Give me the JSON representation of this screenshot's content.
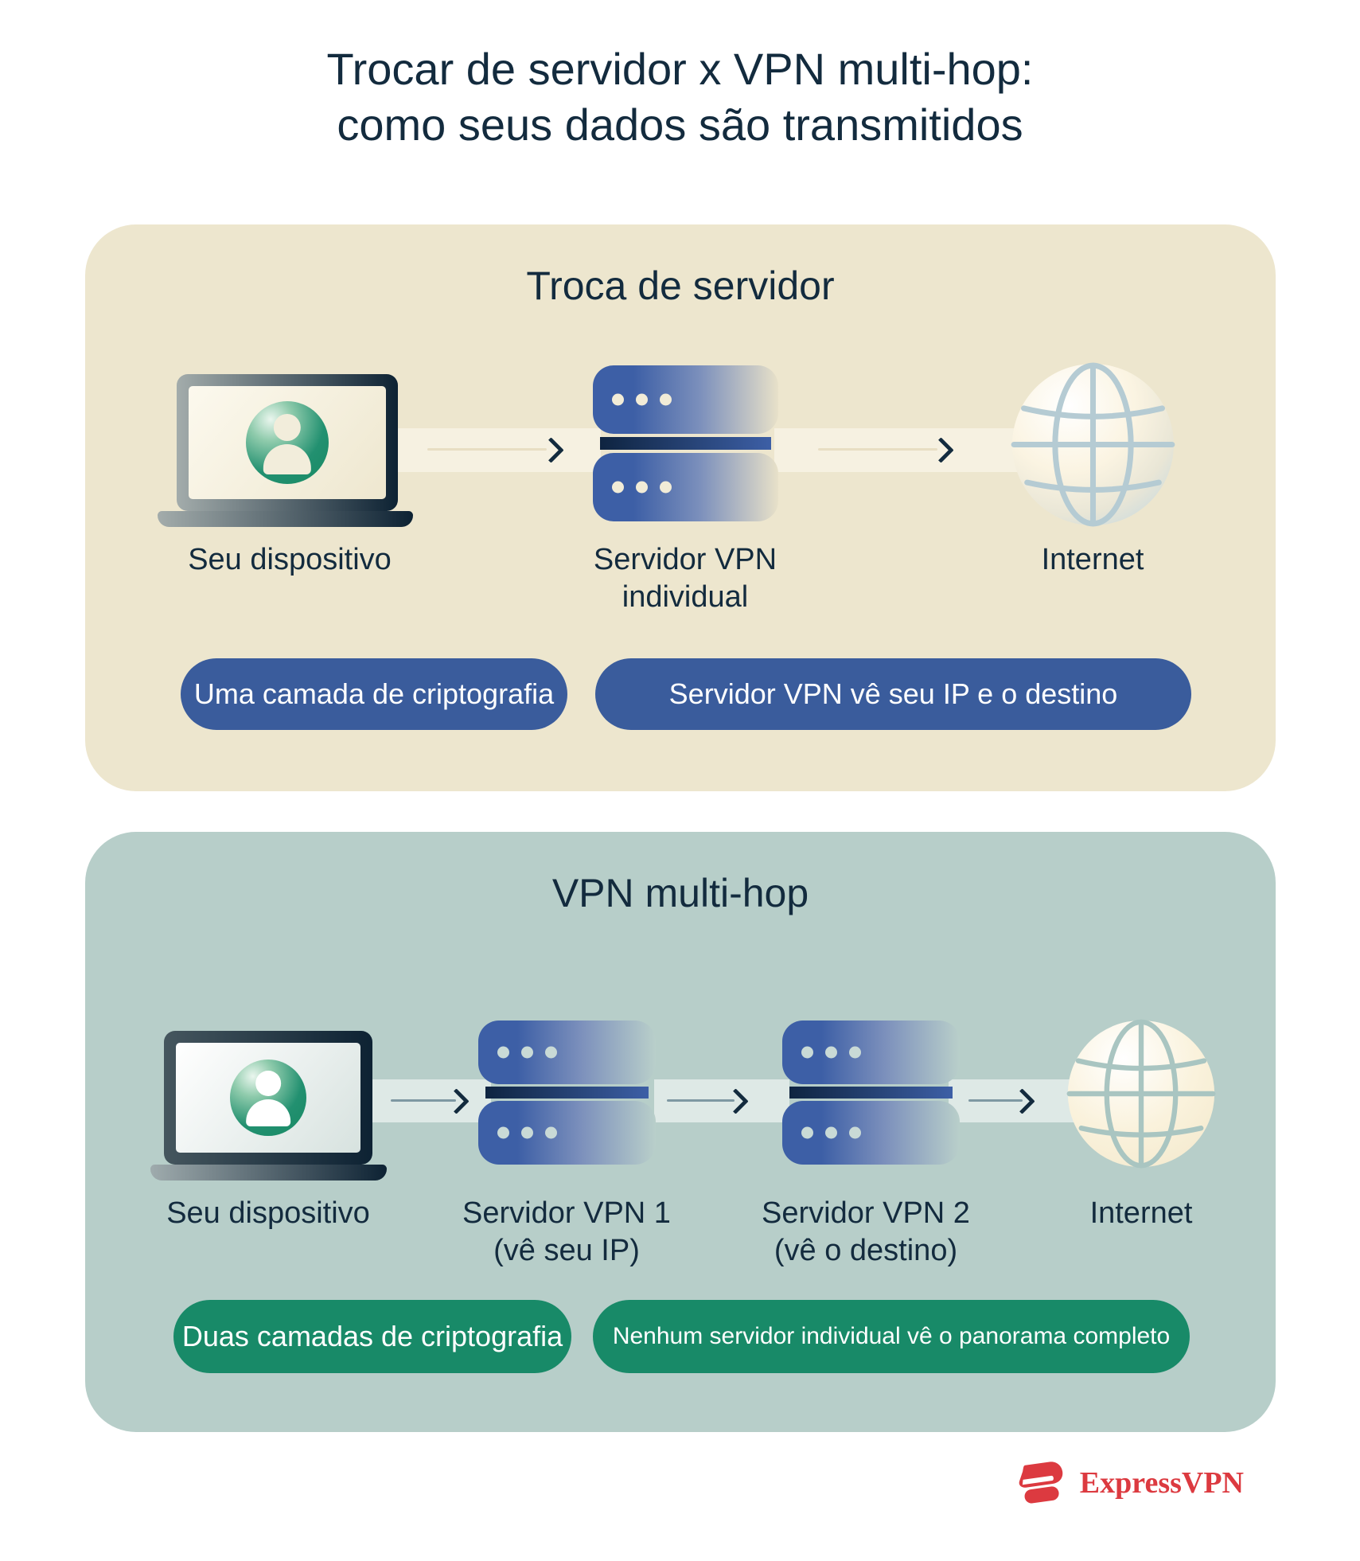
{
  "title": {
    "line1": "Trocar de servidor x VPN multi-hop:",
    "line2": "como seus dados são transmitidos"
  },
  "panels": [
    {
      "header": "Troca de servidor",
      "nodes": [
        {
          "icon": "laptop-user",
          "label": "Seu dispositivo"
        },
        {
          "icon": "server",
          "label": "Servidor VPN",
          "sublabel": "individual"
        },
        {
          "icon": "globe",
          "label": "Internet"
        }
      ],
      "pills": [
        {
          "text": "Uma camada de criptografia"
        },
        {
          "text": "Servidor VPN vê seu IP e o destino"
        }
      ]
    },
    {
      "header": "VPN multi-hop",
      "nodes": [
        {
          "icon": "laptop-user",
          "label": "Seu dispositivo"
        },
        {
          "icon": "server",
          "label": "Servidor VPN 1",
          "sublabel": "(vê seu IP)"
        },
        {
          "icon": "server",
          "label": "Servidor VPN 2",
          "sublabel": "(vê o destino)"
        },
        {
          "icon": "globe",
          "label": "Internet"
        }
      ],
      "pills": [
        {
          "text": "Duas camadas de criptografia"
        },
        {
          "text": "Nenhum servidor individual vê o panorama completo"
        }
      ]
    }
  ],
  "footer": {
    "brand": "ExpressVPN"
  },
  "colors": {
    "navy_text": "#132B3E",
    "beige_panel": "#EDE6CE",
    "teal_panel": "#B7CEC9",
    "blue_pill": "#3A5C9C",
    "green_pill": "#188A68",
    "server_blue": "#3D5FA6",
    "brand_red": "#DC3A40"
  }
}
